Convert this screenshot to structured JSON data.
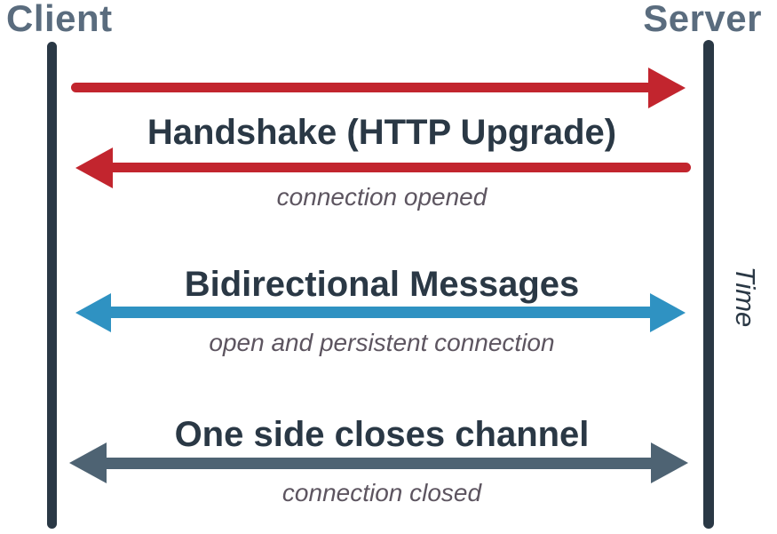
{
  "actors": {
    "client": "Client",
    "server": "Server"
  },
  "time_axis": {
    "label": "Time"
  },
  "colors": {
    "lifeline": "#2a3845",
    "heading": "#2a3845",
    "actor_label": "#5a6c7e",
    "handshake_arrows": "#c2252e",
    "messages_arrow": "#2f92c2",
    "close_arrow": "#4e6373",
    "caption": "#5d5560"
  },
  "sections": {
    "handshake": {
      "heading": "Handshake (HTTP Upgrade)",
      "caption": "connection opened"
    },
    "messages": {
      "heading": "Bidirectional Messages",
      "caption": "open and persistent connection"
    },
    "close": {
      "heading": "One side closes channel",
      "caption": "connection closed"
    }
  }
}
